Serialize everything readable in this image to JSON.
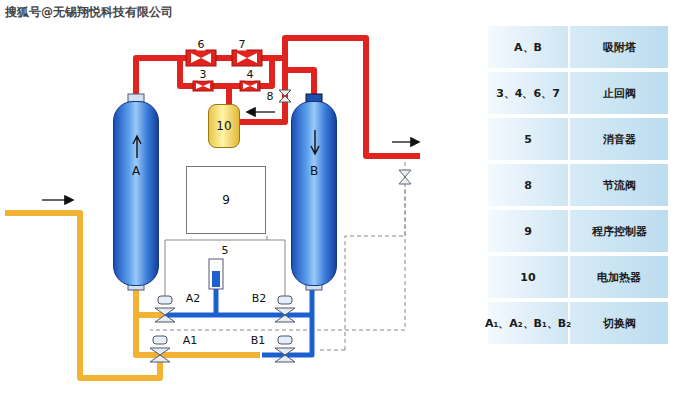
{
  "diagram": {
    "nodes": [
      {
        "text": [
          "A"
        ]
      },
      {
        "text": [
          "B"
        ]
      },
      {
        "text": [
          "10"
        ]
      },
      {
        "text": [
          "9"
        ]
      }
    ],
    "labels": [
      "搜狐号@无锡翔悦科技有限公司",
      "6",
      "7",
      "3",
      "4",
      "8",
      "5",
      "A2",
      "B2",
      "A1",
      "B1",
      "A、B",
      "吸附塔",
      "3、4、6、7",
      "止回阀",
      "5",
      "消音器",
      "8",
      "节流阀",
      "9",
      "程序控制器",
      "10",
      "电加热器",
      "A₁、A₂、B₁、B₂",
      "切换阀"
    ]
  }
}
